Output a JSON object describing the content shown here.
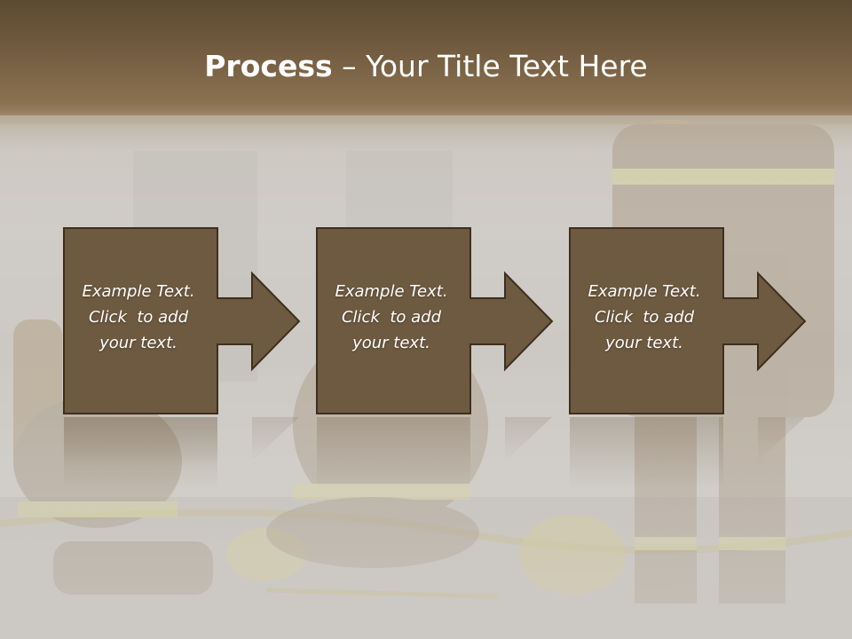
{
  "slide": {
    "title_bold": "Process",
    "title_rest": " – Your Title Text Here"
  },
  "steps": [
    {
      "line1": "Example Text.",
      "line2": "Click  to add",
      "line3": "your text."
    },
    {
      "line1": "Example Text.",
      "line2": "Click  to add",
      "line3": "your text."
    },
    {
      "line1": "Example Text.",
      "line2": "Click  to add",
      "line3": "your text."
    }
  ],
  "colors": {
    "header": "#6b5539",
    "box_fill": "#6e5a40",
    "box_stroke": "#3e2f1f",
    "text": "#ffffff"
  },
  "background": {
    "subject": "firefighters-photo"
  }
}
